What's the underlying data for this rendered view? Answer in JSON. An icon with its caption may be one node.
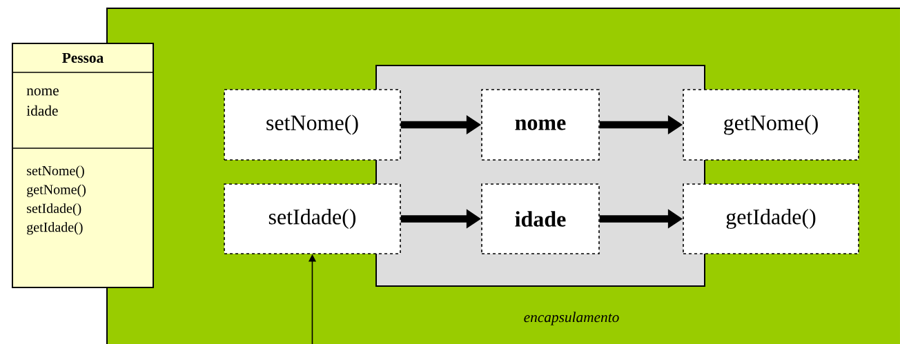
{
  "diagram": {
    "nodes": [
      {
        "text": [
          "Pessoa",
          "nome idade",
          "setNome() getNome() setIdade() getIdade()"
        ]
      },
      {
        "text": [],
        "shape": "box"
      },
      {
        "text": [],
        "shape": "box",
        "in": 1
      },
      {
        "text": [
          "setNome()"
        ],
        "in": 1
      },
      {
        "text": [
          "nome"
        ],
        "in": 2
      },
      {
        "text": [
          "getNome()"
        ],
        "in": 1
      },
      {
        "text": [
          "setIdade()"
        ],
        "in": 1
      },
      {
        "text": [
          "idade"
        ],
        "in": 2
      },
      {
        "text": [
          "getIdade()"
        ],
        "in": 1
      }
    ],
    "edges": [
      {
        "from": 3,
        "to": 4,
        "arrow": "to"
      },
      {
        "from": 4,
        "to": 5,
        "arrow": "to"
      },
      {
        "from": 6,
        "to": 7,
        "arrow": "to"
      },
      {
        "from": 7,
        "to": 8,
        "arrow": "to"
      },
      {
        "from": null,
        "to": 6,
        "arrow": "to"
      }
    ],
    "labels": [
      "encapsulamento"
    ]
  }
}
